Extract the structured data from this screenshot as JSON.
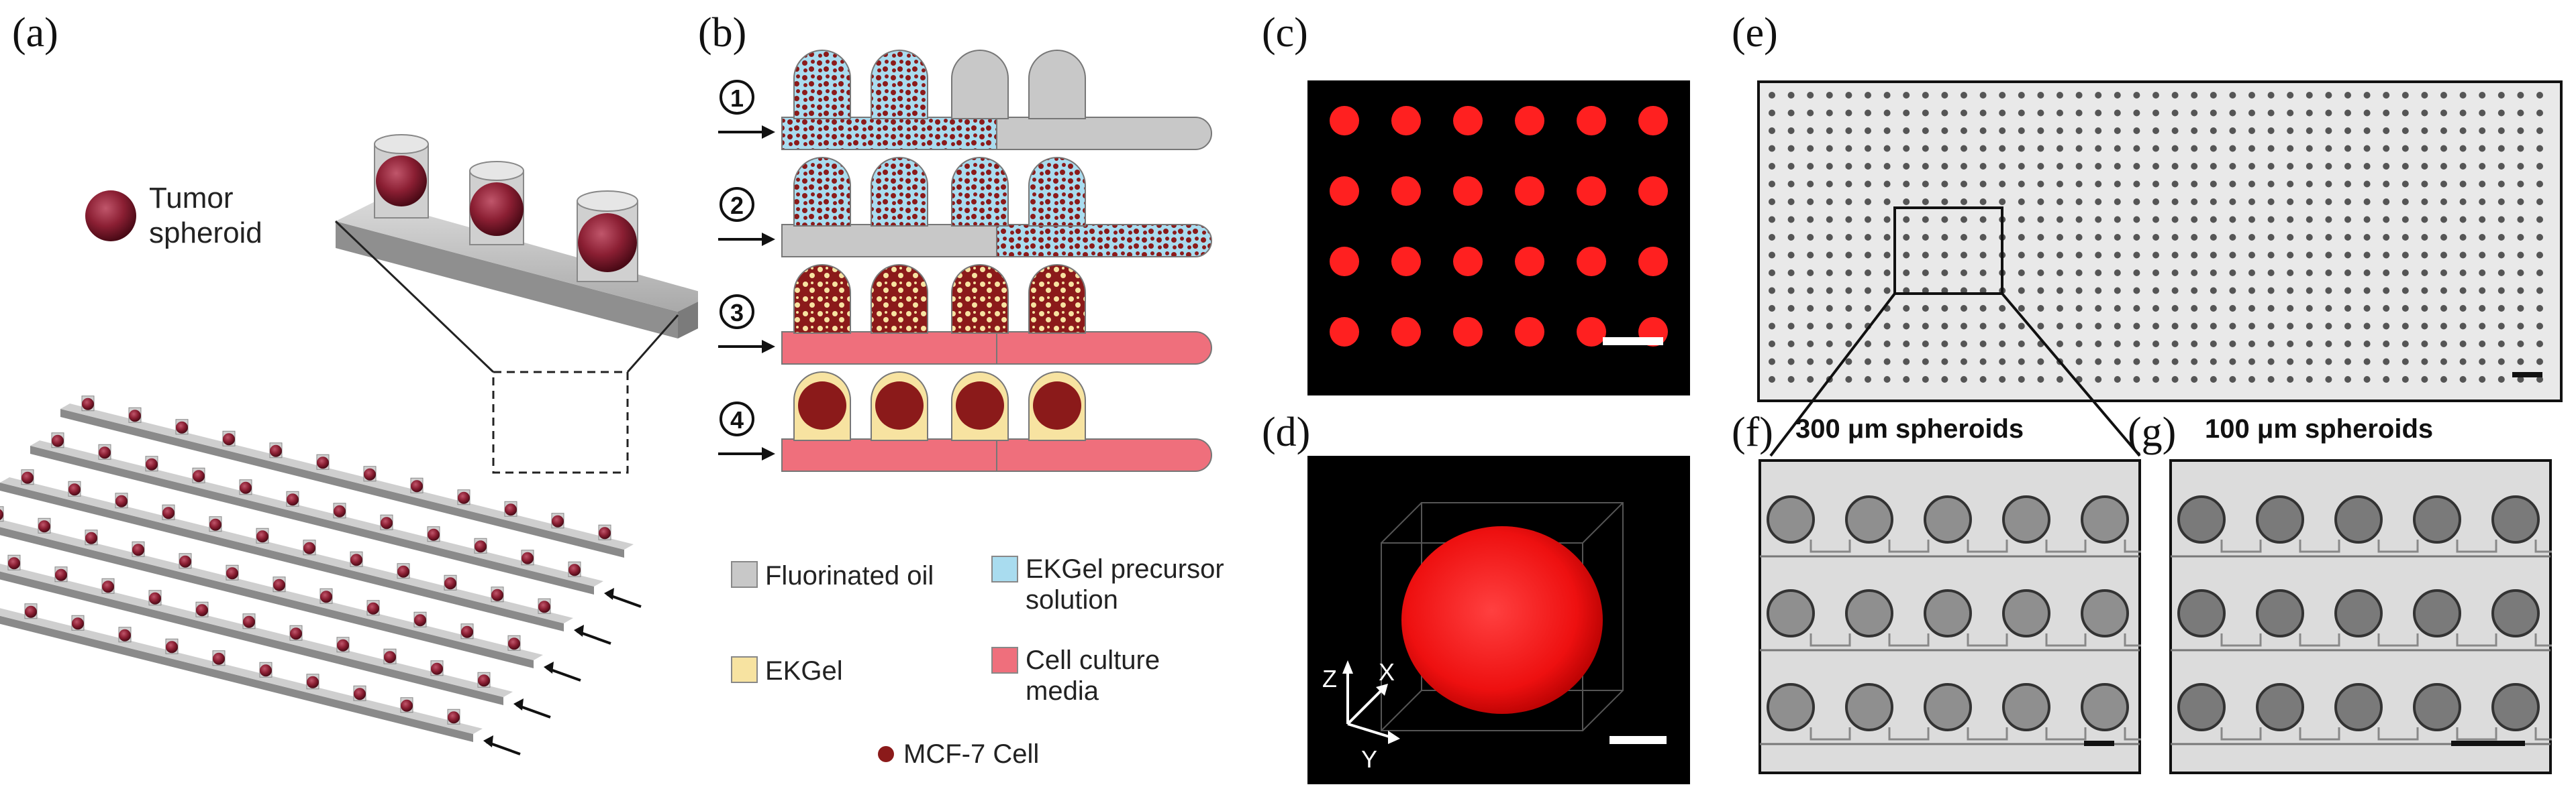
{
  "panels": {
    "a": "(a)",
    "b": "(b)",
    "c": "(c)",
    "d": "(d)",
    "e": "(e)",
    "f": "(f)",
    "g": "(g)"
  },
  "panel_a": {
    "legend_line1": "Tumor",
    "legend_line2": "spheroid",
    "array_rows": 6,
    "wells_per_row": 12
  },
  "panel_b": {
    "steps": [
      "1",
      "2",
      "3",
      "4"
    ],
    "legend": {
      "oil": "Fluorinated oil",
      "precursor_line1": "EKGel precursor",
      "precursor_line2": "solution",
      "ekgel": "EKGel",
      "media_line1": "Cell culture",
      "media_line2": "media",
      "cell": "MCF-7 Cell"
    },
    "colors": {
      "oil": "#c8c8c8",
      "precursor": "#a9dcef",
      "ekgel": "#f7e3a1",
      "media": "#ef6f7c",
      "cell": "#8b1a1a"
    }
  },
  "panel_c": {
    "rows": 4,
    "cols": 6,
    "dot_color": "#ff2020"
  },
  "panel_d": {
    "axis_z": "Z",
    "axis_x": "X",
    "axis_y": "Y"
  },
  "panel_f": {
    "title": "300 μm spheroids"
  },
  "panel_g": {
    "title": "100 μm spheroids"
  }
}
